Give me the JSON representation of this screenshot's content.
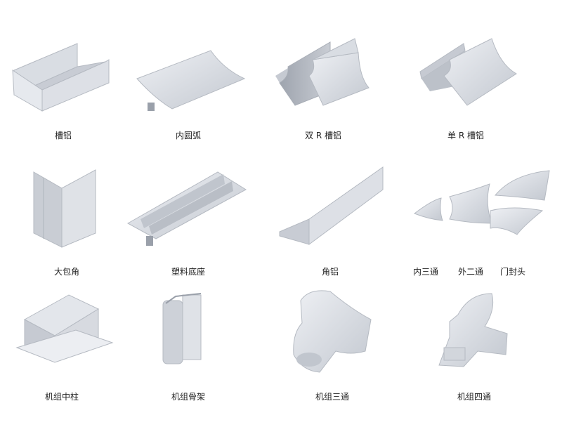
{
  "products": [
    {
      "id": "cao-lv",
      "label": "槽铝"
    },
    {
      "id": "nei-yuan-hu",
      "label": "内圆弧"
    },
    {
      "id": "shuang-r-cao-lv",
      "label": "双 R 槽铝"
    },
    {
      "id": "dan-r-cao-lv",
      "label": "单 R 槽铝"
    },
    {
      "id": "da-bao-jiao",
      "label": "大包角"
    },
    {
      "id": "su-liao-di-zuo",
      "label": "塑料底座"
    },
    {
      "id": "jiao-lv",
      "label": "角铝"
    },
    {
      "id": "connectors",
      "labels": [
        "内三通",
        "外二通",
        "门封头"
      ]
    },
    {
      "id": "ji-zu-zhong-zhu",
      "label": "机组中柱"
    },
    {
      "id": "ji-zu-gu-jia",
      "label": "机组骨架"
    },
    {
      "id": "ji-zu-san-tong",
      "label": "机组三通"
    },
    {
      "id": "ji-zu-si-tong",
      "label": "机组四通"
    }
  ],
  "colors": {
    "metal_light": "#dfe2e8",
    "metal_mid": "#c6cad2",
    "metal_dark": "#9aa0aa",
    "background": "#ffffff"
  }
}
